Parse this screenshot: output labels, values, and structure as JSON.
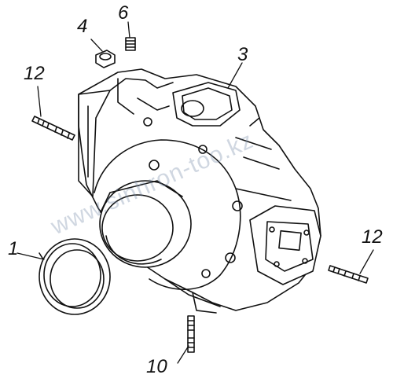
{
  "callouts": {
    "part_1": "1",
    "part_3": "3",
    "part_4": "4",
    "part_6": "6",
    "part_10": "10",
    "part_12_left": "12",
    "part_12_right": "12"
  },
  "watermark": "www.sinhron-too.kz",
  "colors": {
    "line": "#111111",
    "paper": "#ffffff"
  }
}
